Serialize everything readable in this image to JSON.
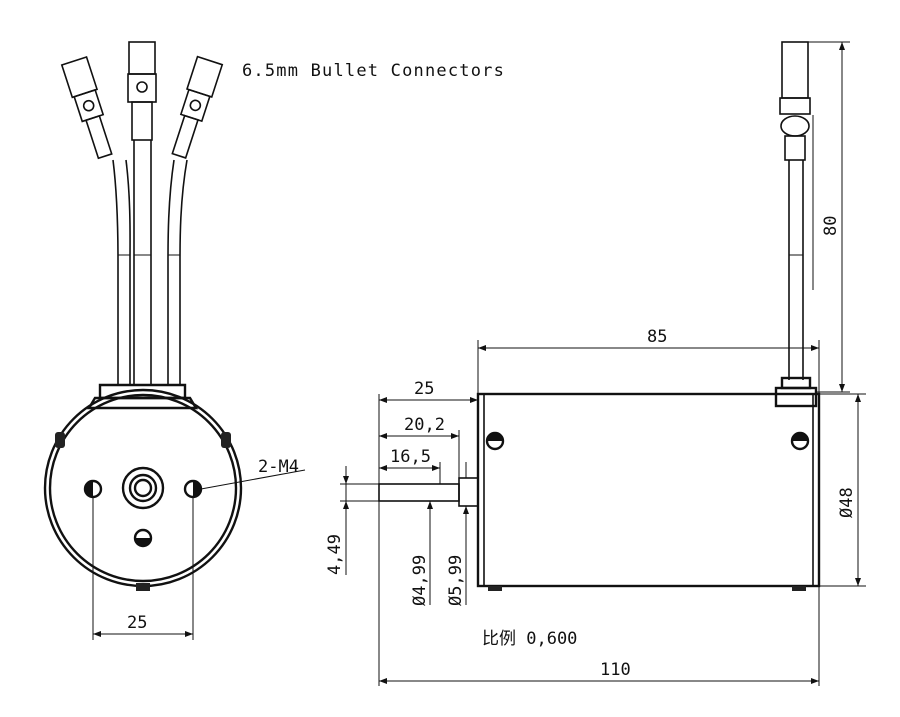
{
  "labels": {
    "connectors": "6.5mm Bullet Connectors",
    "mount_holes": "2-M4",
    "scale": "比例  0,600"
  },
  "dimensions": {
    "hole_spacing": "25",
    "lead_length": "80",
    "can_length": "85",
    "shaft_25": "25",
    "shaft_20_2": "20,2",
    "shaft_16_5": "16,5",
    "diameter_48": "Ø48",
    "d_4_49": "4,49",
    "d_4_99": "Ø4,99",
    "d_5_99": "Ø5,99",
    "overall_length": "110"
  }
}
